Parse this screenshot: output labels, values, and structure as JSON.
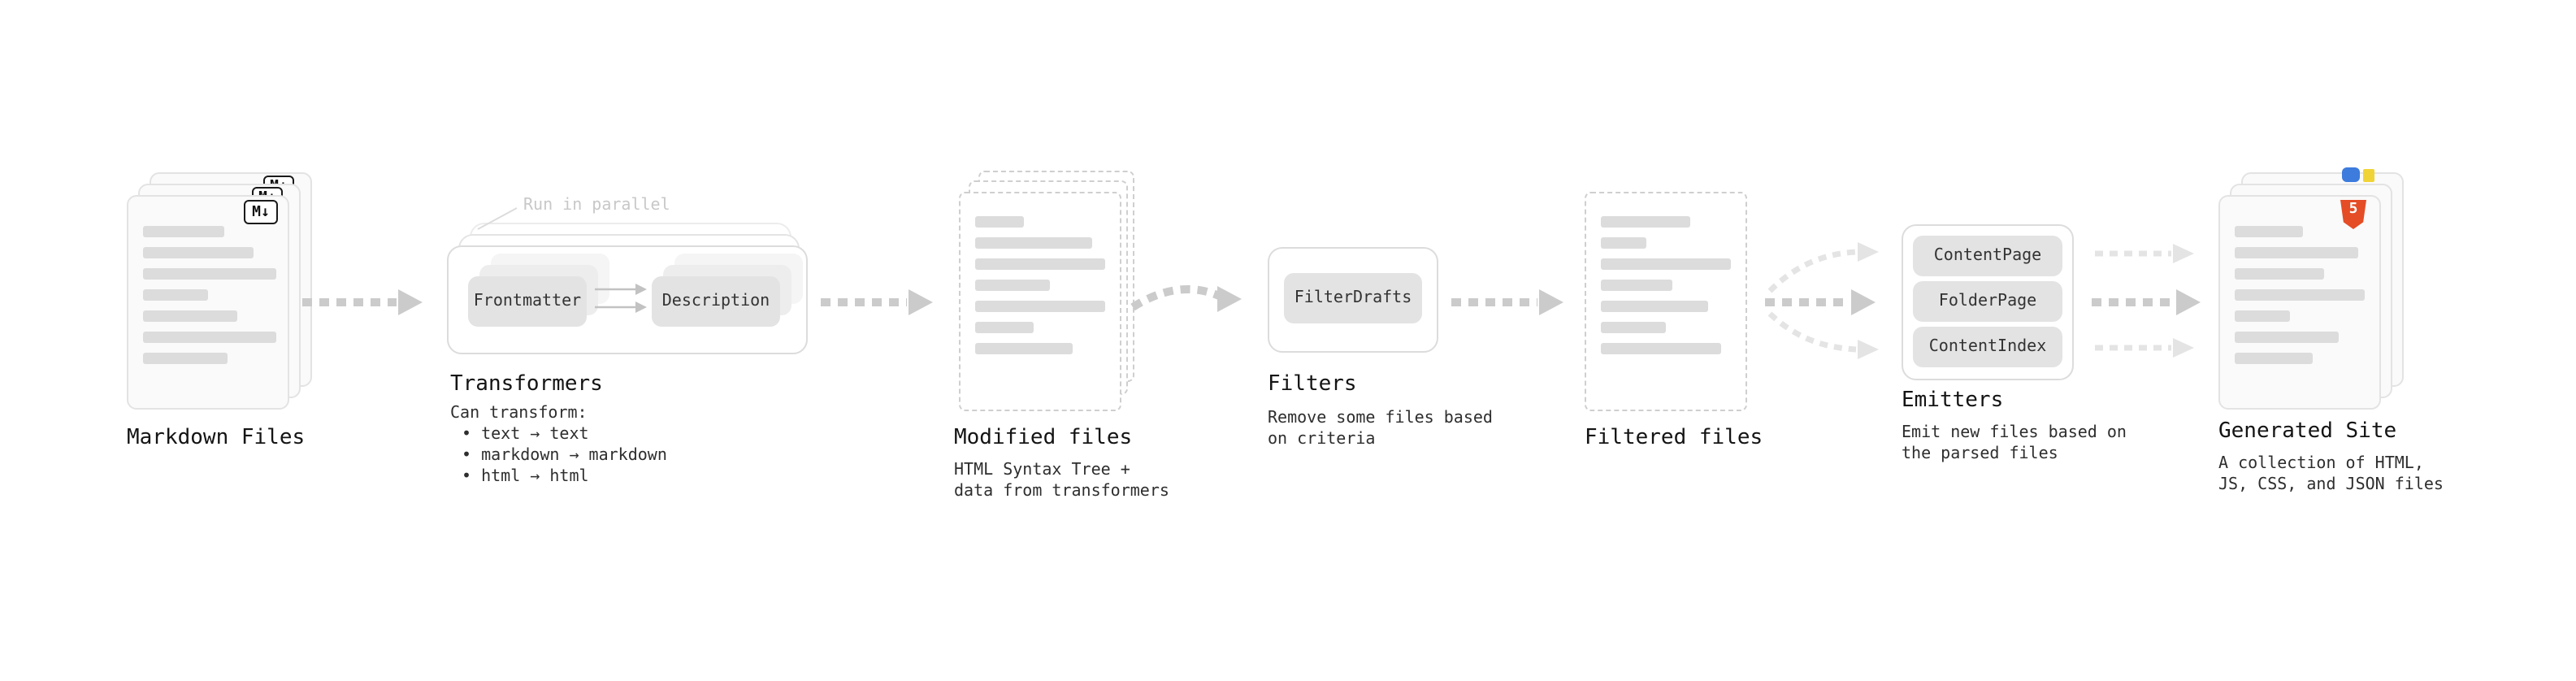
{
  "stages": {
    "markdown": {
      "title": "Markdown Files",
      "badge": "M↓"
    },
    "transformers": {
      "title": "Transformers",
      "callout": "Run in parallel",
      "nodes": [
        "Frontmatter",
        "Description"
      ],
      "desc": [
        "Can transform:",
        "• text → text",
        "• markdown → markdown",
        "• html → html"
      ]
    },
    "modified": {
      "title": "Modified files",
      "desc": [
        "HTML Syntax Tree +",
        "data from transformers"
      ]
    },
    "filters": {
      "title": "Filters",
      "nodes": [
        "FilterDrafts"
      ],
      "desc": [
        "Remove some files based",
        "on criteria"
      ]
    },
    "filtered": {
      "title": "Filtered files"
    },
    "emitters": {
      "title": "Emitters",
      "nodes": [
        "ContentPage",
        "FolderPage",
        "ContentIndex"
      ],
      "desc": [
        "Emit new files based on",
        "the parsed files"
      ]
    },
    "generated": {
      "title": "Generated Site",
      "badge": "5",
      "desc": [
        "A collection of HTML,",
        "JS, CSS, and JSON files"
      ]
    }
  },
  "colors": {
    "arrow_main": "#cbcbcb",
    "arrow_light": "#e4e4e4",
    "node_fill": "#e3e3e3",
    "card_fill": "#fafafa",
    "html5_orange": "#e44d26",
    "text": "#141414",
    "muted": "#c8c8c8"
  }
}
